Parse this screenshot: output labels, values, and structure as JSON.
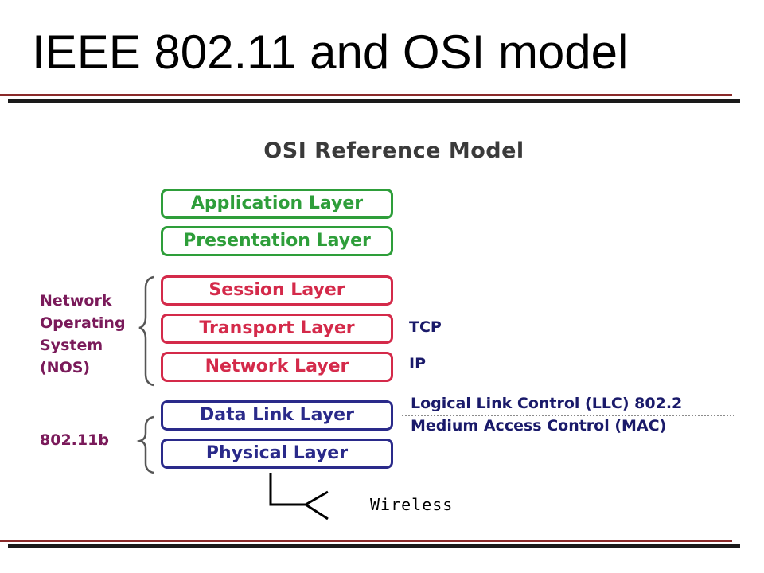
{
  "slide": {
    "title": "IEEE 802.11 and OSI model"
  },
  "diagram": {
    "title": "OSI Reference Model",
    "layers": [
      {
        "label": "Application Layer",
        "color": "#2e9e3a"
      },
      {
        "label": "Presentation Layer",
        "color": "#2e9e3a"
      },
      {
        "label": "Session Layer",
        "color": "#d42a4a"
      },
      {
        "label": "Transport Layer",
        "color": "#d42a4a"
      },
      {
        "label": "Network Layer",
        "color": "#d42a4a"
      },
      {
        "label": "Data Link Layer",
        "color": "#2a2a8a"
      },
      {
        "label": "Physical Layer",
        "color": "#2a2a8a"
      }
    ],
    "groups": {
      "nos_lines": [
        "Network",
        "Operating",
        "System",
        "(NOS)"
      ],
      "wireless_std": "802.11b"
    },
    "protocols": {
      "transport": "TCP",
      "network": "IP",
      "llc": "Logical Link Control (LLC) 802.2",
      "mac": "Medium Access Control (MAC)"
    },
    "medium": "Wireless",
    "colors": {
      "group_label": "#7a1a5a",
      "protocol_label": "#1a1a6a",
      "rule_accent": "#8a2a2a"
    }
  }
}
